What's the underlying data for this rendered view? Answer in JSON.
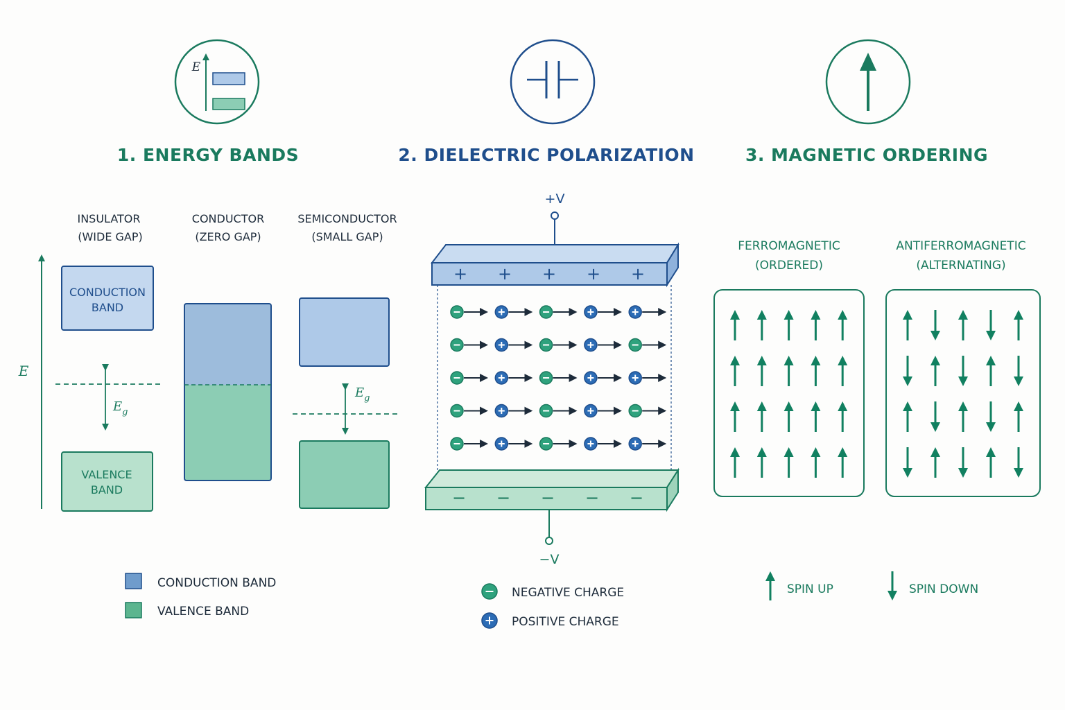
{
  "colors": {
    "blue": "#1f4e8c",
    "blue_fill": "#aec9e8",
    "blue_fill_mid": "#9dbcdc",
    "green": "#1a7a5e",
    "green_fill": "#b5dfcb",
    "green_fill_mid": "#8ccdb4",
    "dark_text": "#1d2b3a",
    "arrow_green": "#118060"
  },
  "panels": {
    "energy": {
      "icon": "energy-band-icon",
      "icon_e": "E",
      "title": "1. ENERGY BANDS",
      "axis_label": "E",
      "columns": [
        {
          "line1": "INSULATOR",
          "line2": "(WIDE GAP)"
        },
        {
          "line1": "CONDUCTOR",
          "line2": "(ZERO GAP)"
        },
        {
          "line1": "SEMICONDUCTOR",
          "line2": "(SMALL GAP)"
        }
      ],
      "insulator_conduction": [
        "CONDUCTION",
        "BAND"
      ],
      "insulator_valence": [
        "VALENCE",
        "BAND"
      ],
      "gap_symbol": "E",
      "gap_sub": "g",
      "legend": [
        {
          "label": "CONDUCTION BAND",
          "color": "#6f9ccc"
        },
        {
          "label": "VALENCE BAND",
          "color": "#5cb58f"
        }
      ]
    },
    "dielectric": {
      "icon": "capacitor-icon",
      "title": "2. DIELECTRIC POLARIZATION",
      "top_terminal": "+V",
      "bottom_terminal": "−V",
      "top_plate_sign": "+",
      "bottom_plate_sign": "−",
      "plate_sign_count": 5,
      "charge_rows": [
        [
          "neg",
          "pos",
          "neg",
          "pos",
          "pos"
        ],
        [
          "neg",
          "pos",
          "neg",
          "pos",
          "neg"
        ],
        [
          "neg",
          "pos",
          "neg",
          "pos",
          "pos"
        ],
        [
          "neg",
          "pos",
          "neg",
          "pos",
          "neg"
        ],
        [
          "neg",
          "pos",
          "neg",
          "pos",
          "pos"
        ]
      ],
      "legend": [
        {
          "type": "neg",
          "label": "NEGATIVE CHARGE"
        },
        {
          "type": "pos",
          "label": "POSITIVE CHARGE"
        }
      ]
    },
    "magnetic": {
      "icon": "spin-arrow-icon",
      "title": "3. MAGNETIC ORDERING",
      "ferro": {
        "line1": "FERROMAGNETIC",
        "line2": "(ORDERED)",
        "grid": [
          [
            "up",
            "up",
            "up",
            "up",
            "up"
          ],
          [
            "up",
            "up",
            "up",
            "up",
            "up"
          ],
          [
            "up",
            "up",
            "up",
            "up",
            "up"
          ],
          [
            "up",
            "up",
            "up",
            "up",
            "up"
          ]
        ]
      },
      "antiferro": {
        "line1": "ANTIFERROMAGNETIC",
        "line2": "(ALTERNATING)",
        "grid": [
          [
            "up",
            "down",
            "up",
            "down",
            "up"
          ],
          [
            "down",
            "up",
            "down",
            "up",
            "down"
          ],
          [
            "up",
            "down",
            "up",
            "down",
            "up"
          ],
          [
            "down",
            "up",
            "down",
            "up",
            "down"
          ]
        ]
      },
      "legend": [
        {
          "dir": "up",
          "label": "SPIN UP"
        },
        {
          "dir": "down",
          "label": "SPIN DOWN"
        }
      ]
    }
  }
}
